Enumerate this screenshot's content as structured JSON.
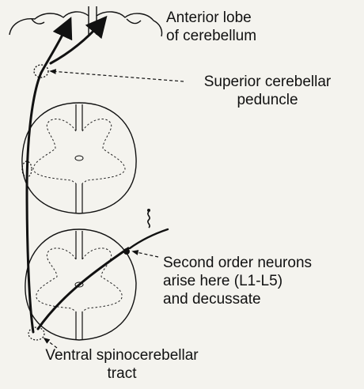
{
  "labels": {
    "anterior_lobe": [
      "Anterior lobe",
      "of cerebellum"
    ],
    "superior_peduncle": [
      "Superior cerebellar",
      "peduncle"
    ],
    "second_order": [
      "Second order neurons",
      "arise here (L1-L5)",
      "and decussate"
    ],
    "ventral_tract": [
      "Ventral spinocerebellar",
      "tract"
    ]
  },
  "colors": {
    "ink": "#111111",
    "background": "#f4f3ee"
  }
}
